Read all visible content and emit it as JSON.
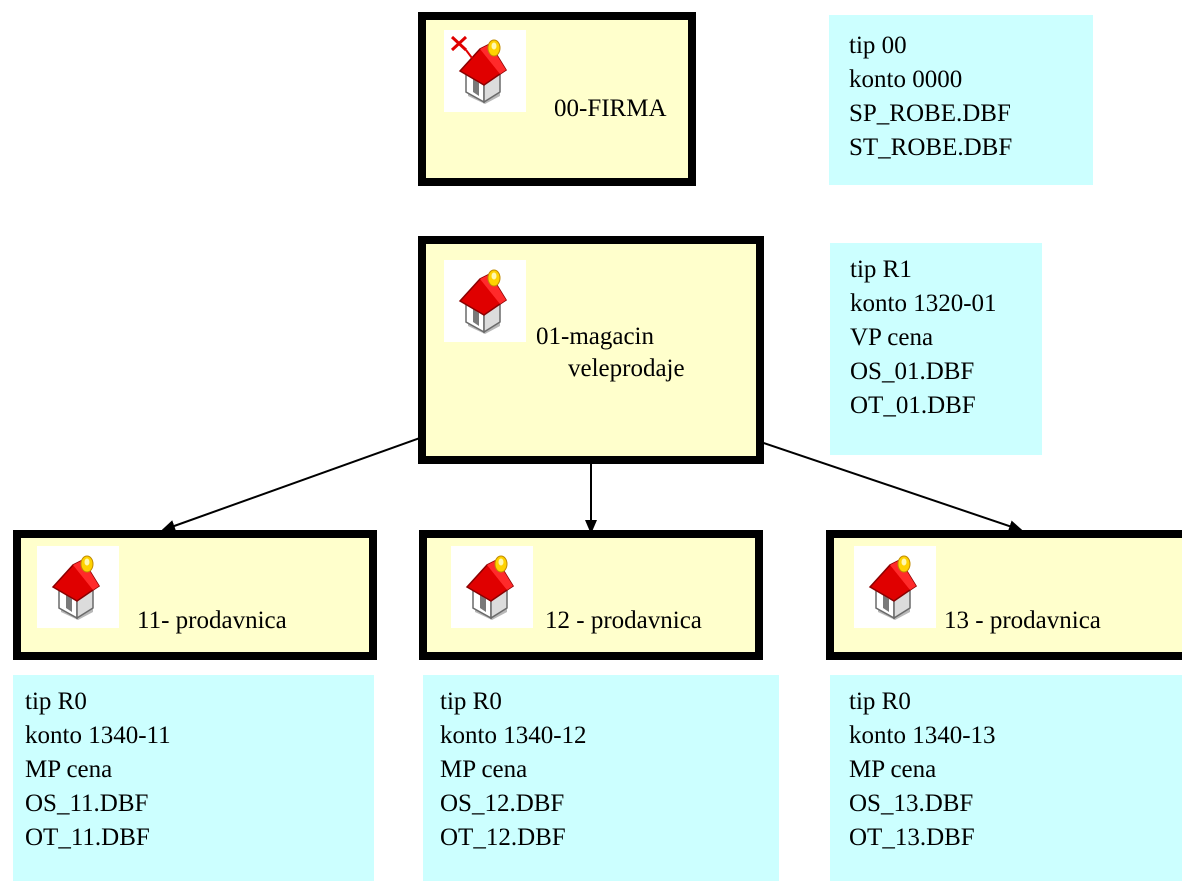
{
  "colors": {
    "node_fill": "#ffffcc",
    "node_border": "#000000",
    "info_fill": "#ccffff",
    "roof": "#e00000",
    "x_mark": "#e00000"
  },
  "top": {
    "icon": "house-with-red-x-icon",
    "label": "00-FIRMA",
    "info": [
      "tip 00",
      "konto 0000",
      "SP_ROBE.DBF",
      "ST_ROBE.DBF"
    ]
  },
  "warehouse": {
    "icon": "house-icon",
    "label_line1": "01-magacin",
    "label_line2": "veleprodaje",
    "info": [
      "tip R1",
      "konto 1320-01",
      "VP cena",
      "OS_01.DBF",
      "OT_01.DBF"
    ]
  },
  "stores": [
    {
      "icon": "house-icon",
      "label": "11- prodavnica",
      "info": [
        "tip R0",
        "konto 1340-11",
        "MP cena",
        "OS_11.DBF",
        "OT_11.DBF"
      ]
    },
    {
      "icon": "house-icon",
      "label": "12 - prodavnica",
      "info": [
        "tip R0",
        "konto 1340-12",
        "MP cena",
        "OS_12.DBF",
        "OT_12.DBF"
      ]
    },
    {
      "icon": "house-icon",
      "label": "13 - prodavnica",
      "info": [
        "tip R0",
        "konto 1340-13",
        "MP cena",
        "OS_13.DBF",
        "OT_13.DBF"
      ]
    }
  ]
}
